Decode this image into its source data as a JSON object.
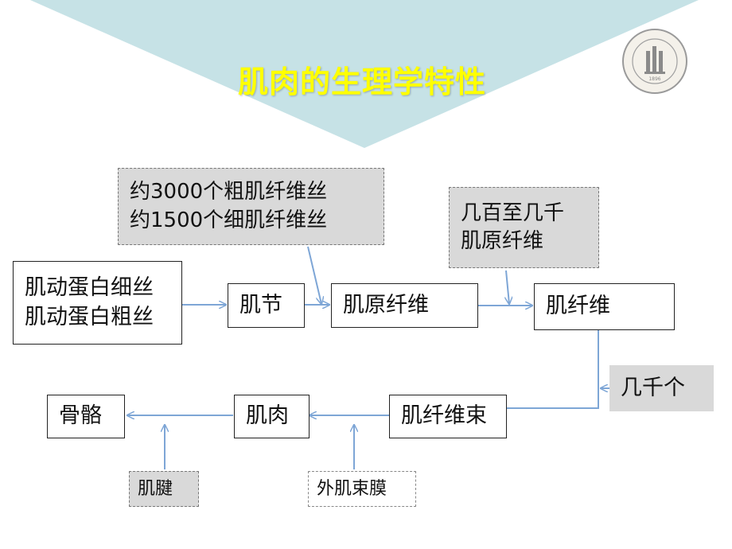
{
  "title": "肌肉的生理学特性",
  "colors": {
    "banner": "#c6e2e6",
    "title": "#ffff00",
    "arrow": "#7ea6d6",
    "note_bg": "#d9d9d9"
  },
  "logo": {
    "icon": "university-seal-icon",
    "year": "1896"
  },
  "boxes": {
    "filaments": [
      "肌动蛋白细丝",
      "肌动蛋白粗丝"
    ],
    "sarcomere": "肌节",
    "myofibril": "肌原纤维",
    "muscle_fiber": "肌纤维",
    "fascicle": "肌纤维束",
    "muscle": "肌肉",
    "bone": "骨骼"
  },
  "notes": {
    "filament_count": [
      "约3000个粗肌纤维丝",
      "约1500个细肌纤维丝"
    ],
    "myofibril_count": [
      "几百至几千",
      "肌原纤维"
    ],
    "fiber_count": "几千个",
    "tendon": "肌腱",
    "epimysium": "外肌束膜"
  }
}
